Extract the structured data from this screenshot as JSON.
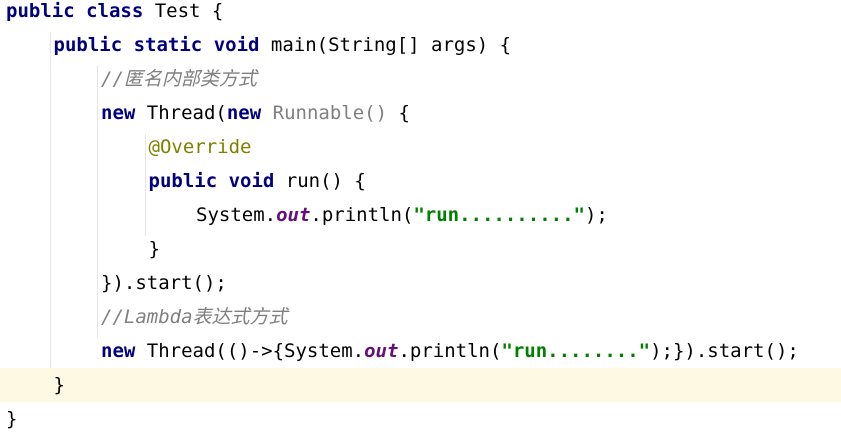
{
  "editor": {
    "current_line_index": 11,
    "colors": {
      "keyword": "#000080",
      "string": "#008000",
      "comment": "#808080",
      "annotation": "#808000",
      "static_field": "#660e7a",
      "current_line": "#fdf9e3"
    },
    "lines": [
      {
        "indent": 0,
        "tokens": [
          {
            "t": "kw",
            "v": "public"
          },
          {
            "t": "plain",
            "v": " "
          },
          {
            "t": "kw",
            "v": "class"
          },
          {
            "t": "plain",
            "v": " Test {"
          }
        ]
      },
      {
        "indent": 1,
        "tokens": [
          {
            "t": "kw",
            "v": "public"
          },
          {
            "t": "plain",
            "v": " "
          },
          {
            "t": "kw",
            "v": "static"
          },
          {
            "t": "plain",
            "v": " "
          },
          {
            "t": "kw",
            "v": "void"
          },
          {
            "t": "plain",
            "v": " main(String[] args) {"
          }
        ]
      },
      {
        "indent": 2,
        "tokens": [
          {
            "t": "cmt",
            "v": "//匿名内部类方式"
          }
        ]
      },
      {
        "indent": 2,
        "tokens": [
          {
            "t": "kw",
            "v": "new"
          },
          {
            "t": "plain",
            "v": " Thread("
          },
          {
            "t": "kw",
            "v": "new"
          },
          {
            "t": "plain",
            "v": " "
          },
          {
            "t": "dim",
            "v": "Runnable()"
          },
          {
            "t": "plain",
            "v": " {"
          }
        ]
      },
      {
        "indent": 3,
        "tokens": [
          {
            "t": "ann",
            "v": "@Override"
          }
        ]
      },
      {
        "indent": 3,
        "tokens": [
          {
            "t": "kw",
            "v": "public"
          },
          {
            "t": "plain",
            "v": " "
          },
          {
            "t": "kw",
            "v": "void"
          },
          {
            "t": "plain",
            "v": " run() {"
          }
        ]
      },
      {
        "indent": 4,
        "tokens": [
          {
            "t": "plain",
            "v": "System."
          },
          {
            "t": "field",
            "v": "out"
          },
          {
            "t": "plain",
            "v": ".println("
          },
          {
            "t": "str",
            "v": "\"run..........\""
          },
          {
            "t": "plain",
            "v": ");"
          }
        ]
      },
      {
        "indent": 3,
        "tokens": [
          {
            "t": "plain",
            "v": "}"
          }
        ]
      },
      {
        "indent": 2,
        "tokens": [
          {
            "t": "plain",
            "v": "}).start();"
          }
        ]
      },
      {
        "indent": 2,
        "tokens": [
          {
            "t": "cmt",
            "v": "//Lambda表达式方式"
          }
        ]
      },
      {
        "indent": 2,
        "tokens": [
          {
            "t": "kw",
            "v": "new"
          },
          {
            "t": "plain",
            "v": " Thread(()->{System."
          },
          {
            "t": "field",
            "v": "out"
          },
          {
            "t": "plain",
            "v": ".println("
          },
          {
            "t": "str",
            "v": "\"run........\""
          },
          {
            "t": "plain",
            "v": ");}).start();"
          }
        ]
      },
      {
        "indent": 1,
        "tokens": [
          {
            "t": "plain",
            "v": "}"
          }
        ]
      },
      {
        "indent": 0,
        "tokens": [
          {
            "t": "plain",
            "v": "}"
          }
        ]
      }
    ]
  }
}
